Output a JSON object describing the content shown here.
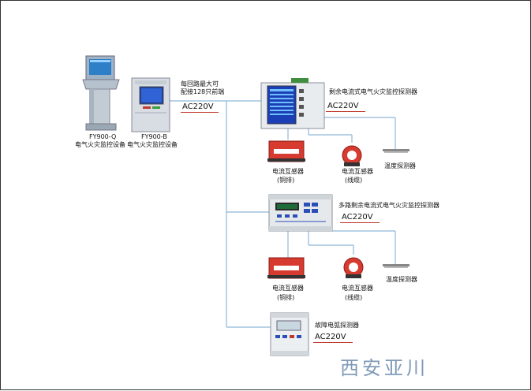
{
  "devices": {
    "fy900q": {
      "model": "FY900-Q",
      "name": "电气火灾监控设备"
    },
    "fy900b": {
      "model": "FY900-B",
      "name": "电气火灾监控设备"
    },
    "detector1": {
      "name": "剩余电流式电气火灾监控探测器"
    },
    "detector2": {
      "name": "多路剩余电流式电气火灾监控探测器"
    },
    "detector3": {
      "name": "故障电弧探测器"
    }
  },
  "notes": {
    "loop_line1": "每回路最大可",
    "loop_line2": "配接128只前端"
  },
  "power": {
    "ac220v": "AC220V"
  },
  "sensors": {
    "ct_copper": {
      "name": "电流互感器",
      "sub": "(铜排)"
    },
    "ct_cable": {
      "name": "电流互感器",
      "sub": "(线缆)"
    },
    "temp_probe": "温度探测器"
  },
  "colors": {
    "wire": "#8fb8d8",
    "power_line": "#c0392b",
    "sensor": "#d73a2f",
    "watermark": "#7f9ab8"
  },
  "watermark": "西安亚川"
}
